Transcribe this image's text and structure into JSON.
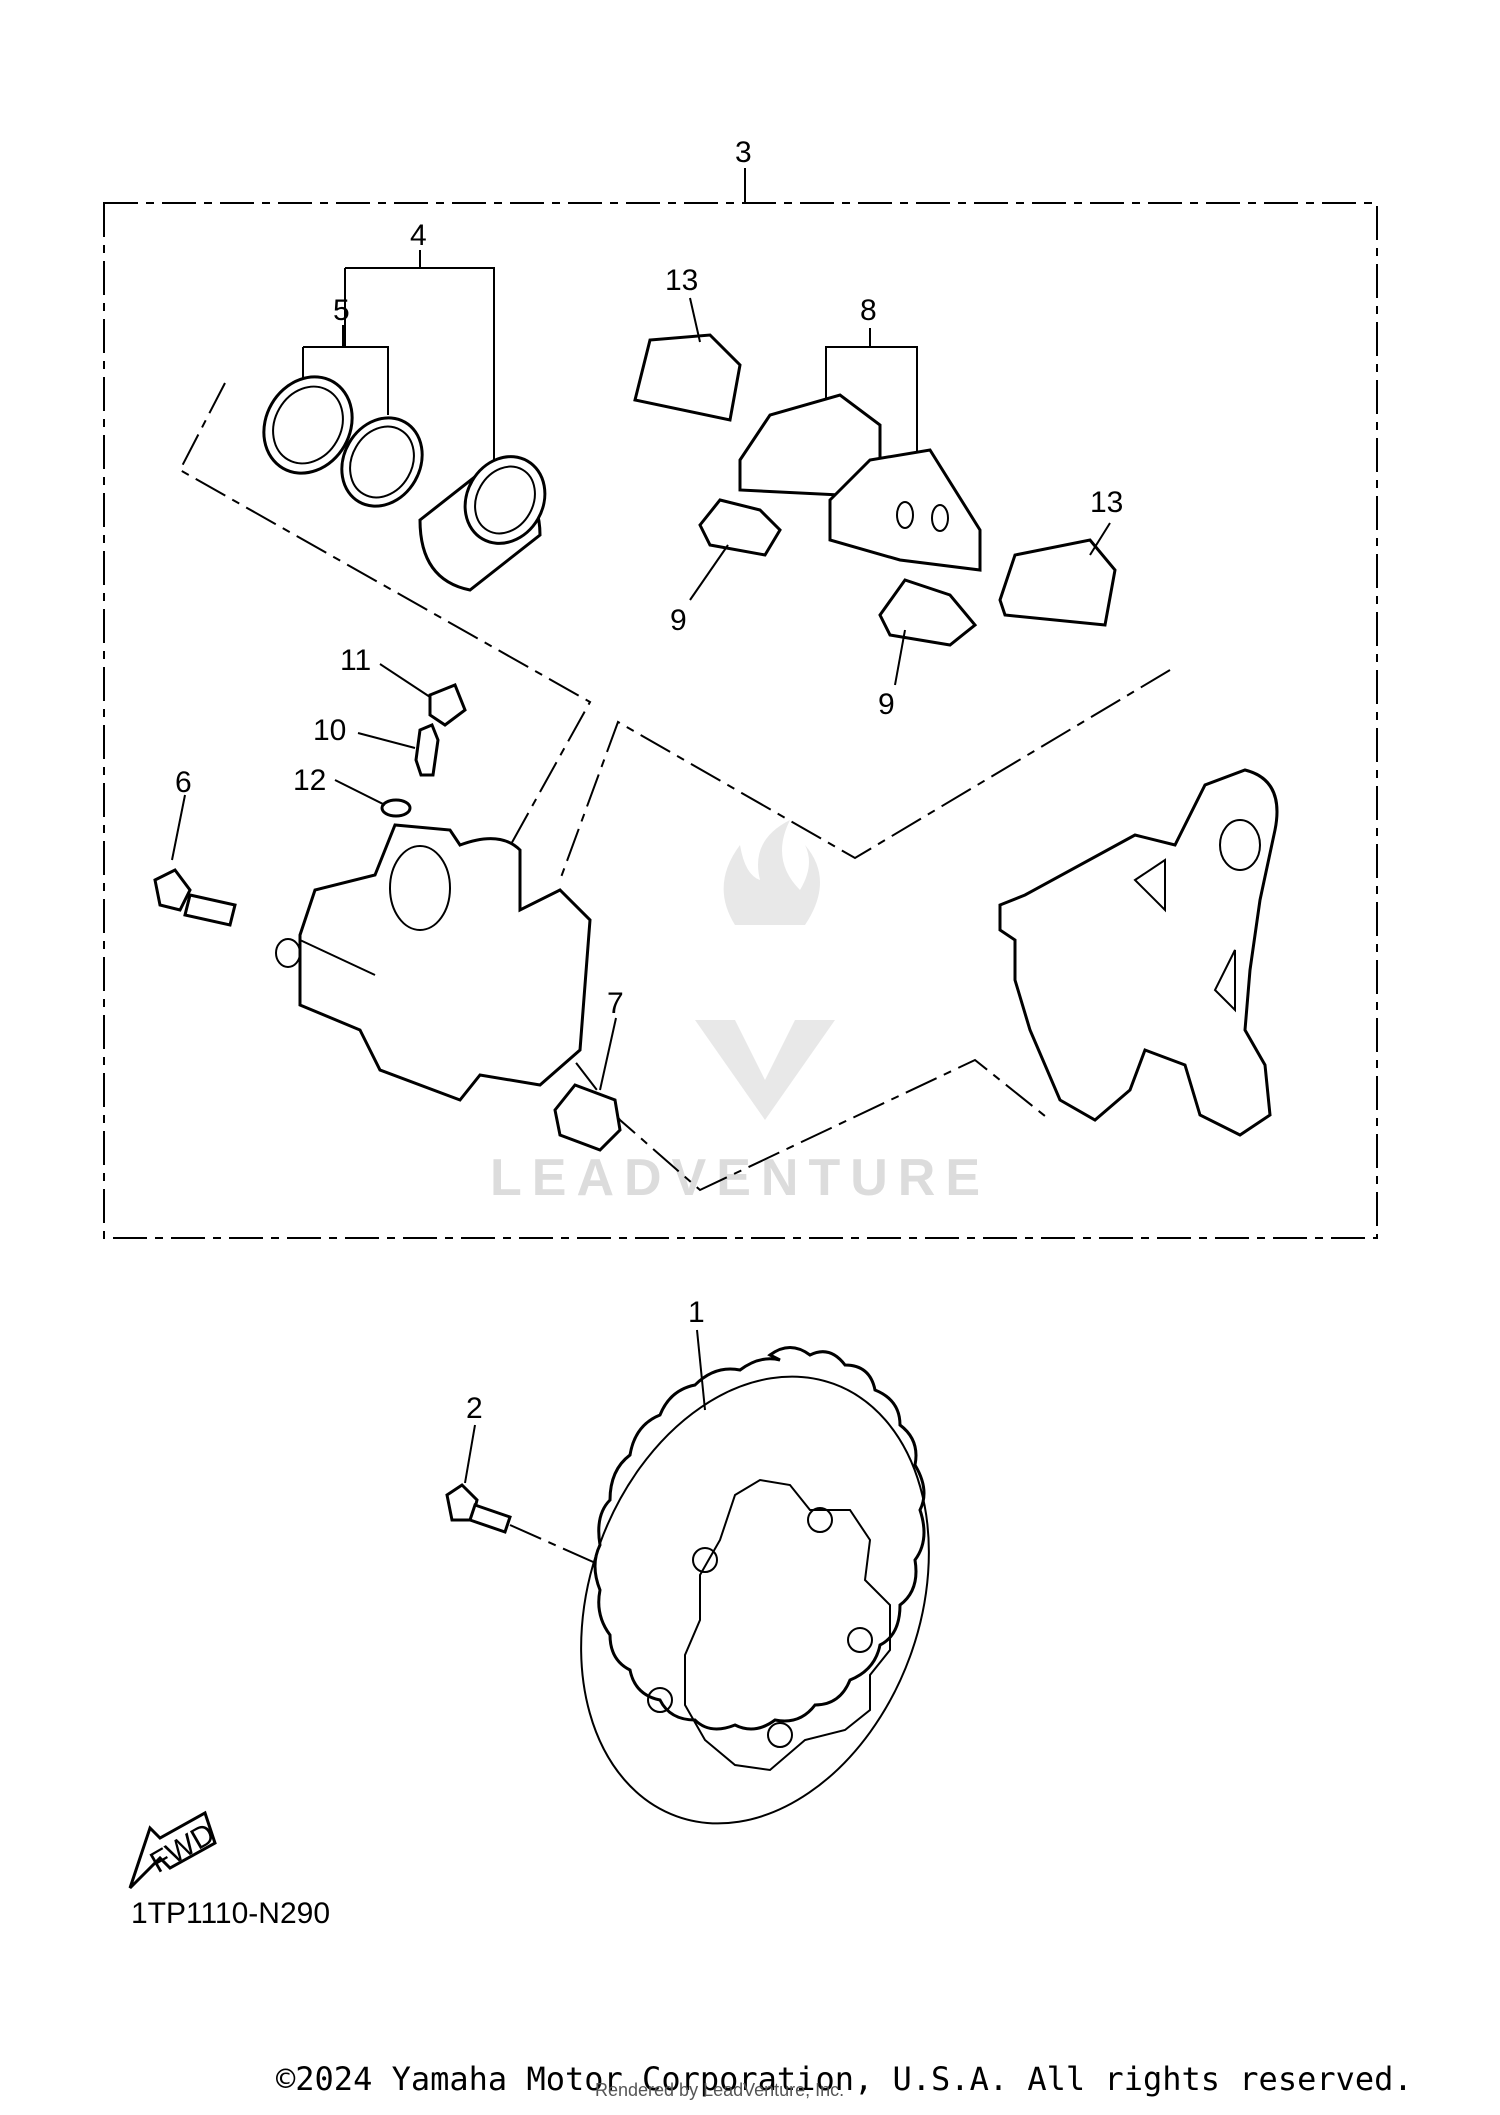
{
  "diagram": {
    "callouts": [
      {
        "id": "3",
        "label": "3"
      },
      {
        "id": "4",
        "label": "4"
      },
      {
        "id": "5",
        "label": "5"
      },
      {
        "id": "13a",
        "label": "13"
      },
      {
        "id": "8",
        "label": "8"
      },
      {
        "id": "13b",
        "label": "13"
      },
      {
        "id": "9a",
        "label": "9"
      },
      {
        "id": "9b",
        "label": "9"
      },
      {
        "id": "11",
        "label": "11"
      },
      {
        "id": "10",
        "label": "10"
      },
      {
        "id": "12",
        "label": "12"
      },
      {
        "id": "6",
        "label": "6"
      },
      {
        "id": "7",
        "label": "7"
      },
      {
        "id": "1",
        "label": "1"
      },
      {
        "id": "2",
        "label": "2"
      }
    ],
    "fwd_label": "FWD",
    "diagram_code": "1TP1110-N290",
    "watermark": "LEADVENTURE"
  },
  "footer": {
    "copyright": "©2024 Yamaha Motor Corporation, U.S.A. All rights reserved.",
    "rendered_by": "Rendered by LeadVenture, Inc."
  }
}
